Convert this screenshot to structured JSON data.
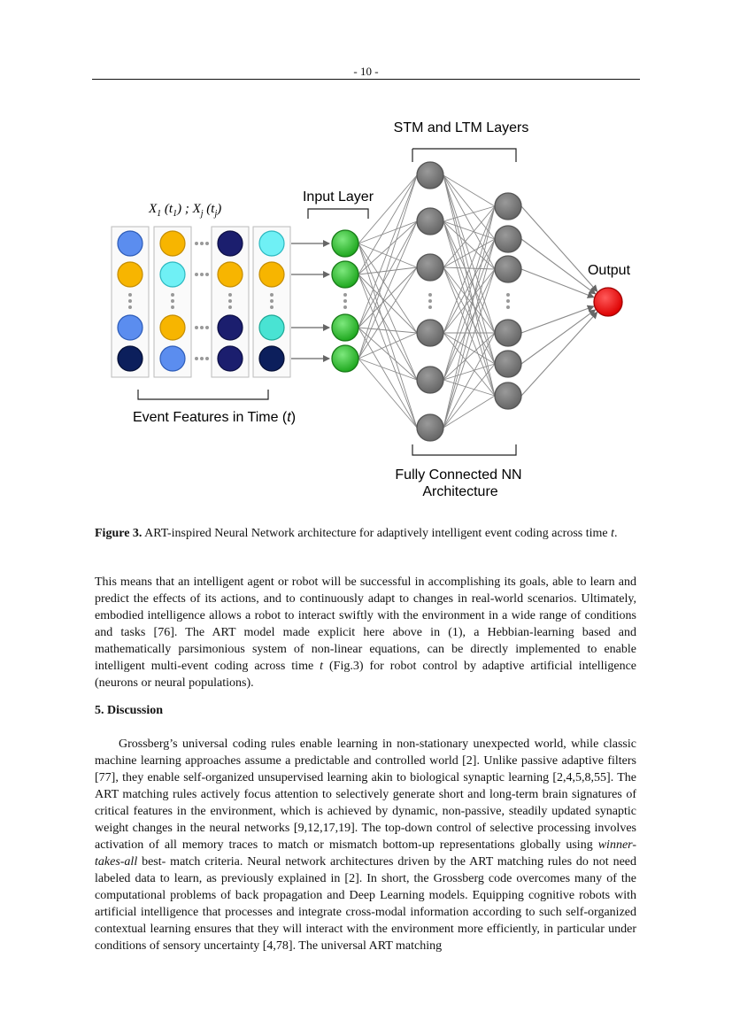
{
  "header": {
    "page_number": "- 10 -"
  },
  "figure": {
    "label_stm_ltm": "STM and LTM Layers",
    "label_input_layer": "Input Layer",
    "label_output": "Output",
    "label_event_features_prefix": "Event Features in Time (",
    "label_event_features_var": "t",
    "label_event_features_suffix": ")",
    "label_fully_connected_line1": "Fully Connected NN",
    "label_fully_connected_line2": "Architecture",
    "formula": {
      "x1": "X",
      "x1_sub": "1",
      "t1_open": " (t",
      "t1_sub": "1",
      "t1_close": ") ; ",
      "xj": "X",
      "xj_sub": "j",
      "tj_open": " (t",
      "tj_sub": "j",
      "tj_close": ")"
    },
    "colors": {
      "blue": "#5b8def",
      "amber": "#f7b500",
      "navy": "#1b1e6e",
      "dark_navy": "#0c1f5c",
      "cyan": "#6ff0f5",
      "aqua": "#49e3d3",
      "green": "#2fbf2f",
      "gray": "#7a7a7a",
      "red": "#ee1111"
    }
  },
  "caption": {
    "label": "Figure 3.",
    "text": " ART-inspired Neural Network architecture for adaptively intelligent event coding across time ",
    "var": "t",
    "end": "."
  },
  "body": {
    "p1_a": "This means that an intelligent agent or robot will be successful in accomplishing its goals, able to learn and predict the effects of its actions, and to continuously adapt to changes in real-world scenarios. Ultimately, embodied intelligence allows a robot to interact swiftly with the environment in a wide range of conditions and tasks [76]. The ART model made explicit here above   in (1), a Hebbian-learning based and mathematically parsimonious system of non-linear equations, can be directly implemented to enable intelligent multi-event coding across time ",
    "p1_var": "t",
    "p1_b": " (Fig.3) for robot control by adaptive artificial intelligence (neurons or neural populations).",
    "section_heading": "5. Discussion",
    "p2_a": "Grossberg’s universal coding rules enable learning in non-stationary unexpected world, while classic machine learning approaches assume a predictable and controlled world [2]. Unlike passive adaptive filters [77], they enable self-organized unsupervised learning akin to biological synaptic learning [2,4,5,8,55]. The ART matching rules actively focus attention to selectively generate short and long-term brain signatures of critical features in the environment, which is achieved by dynamic, non-passive, steadily updated synaptic weight changes in the neural networks [9,12,17,19]. The top-down control of selective processing involves activation of all memory traces to match or mismatch bottom-up representations globally using ",
    "p2_italic": "winner-takes-all",
    "p2_b": " best- match criteria. Neural network architectures driven by the ART matching rules do not need labeled data to learn, as previously explained in [2]. In short, the Grossberg code overcomes many of the computational problems of back propagation and Deep Learning models. Equipping cognitive robots with artificial intelligence that processes and integrate cross-modal information according to such self-organized contextual learning ensures that they will interact with the environment more efficiently, in particular under conditions of sensory uncertainty [4,78]. The universal ART matching"
  }
}
